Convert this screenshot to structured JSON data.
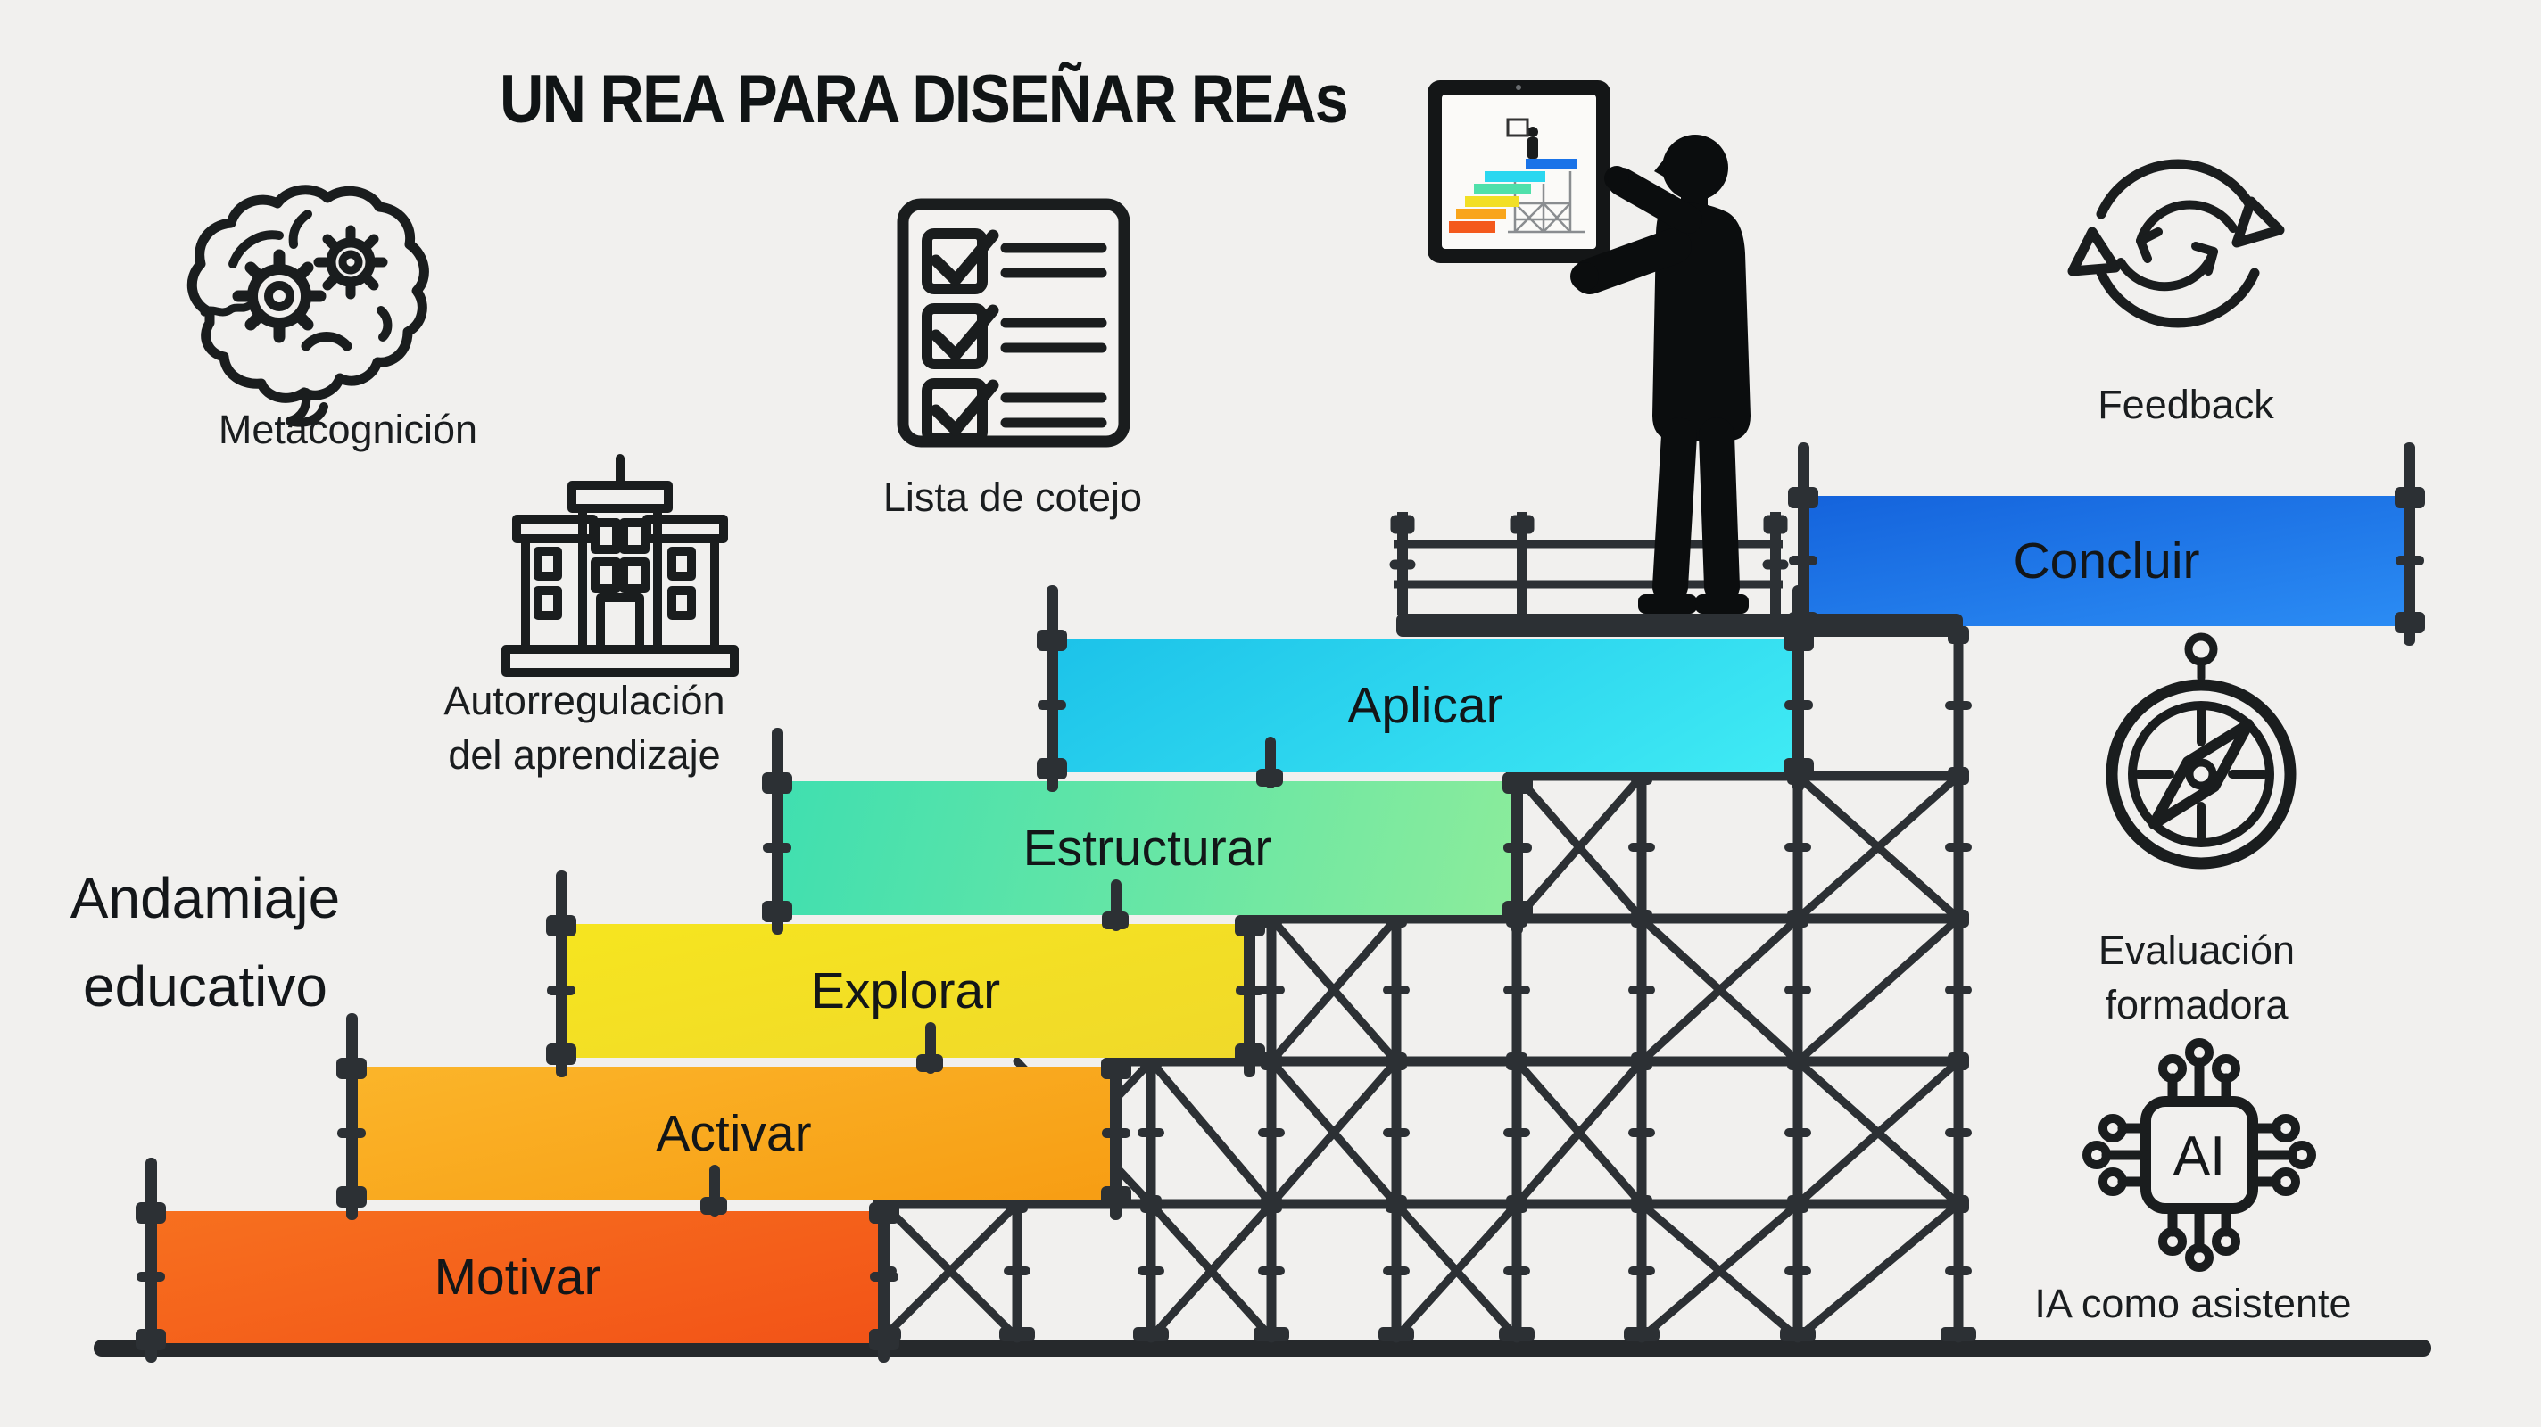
{
  "title": "UN REA PARA DISEÑAR REAs",
  "concepts": {
    "metacognicion": {
      "label": "Metacognición"
    },
    "lista_cotejo": {
      "label": "Lista de cotejo"
    },
    "feedback": {
      "label": "Feedback"
    },
    "autorregulacion": {
      "label_line1": "Autorregulación",
      "label_line2": "del aprendizaje"
    },
    "andamiaje": {
      "label_line1": "Andamiaje",
      "label_line2": "educativo"
    },
    "evaluacion": {
      "label_line1": "Evaluación",
      "label_line2": "formadora"
    },
    "ia": {
      "label": "IA como asistente",
      "chip_text": "AI"
    }
  },
  "steps": [
    {
      "label": "Motivar",
      "color_top": "#f7701f",
      "color_bottom": "#f25317"
    },
    {
      "label": "Activar",
      "color_top": "#fbb52a",
      "color_bottom": "#f79d13"
    },
    {
      "label": "Explorar",
      "color_top": "#f6e51f",
      "color_bottom": "#f0d92a"
    },
    {
      "label": "Estructurar",
      "color_top": "#3fdfb0",
      "color_bottom": "#8cec9b"
    },
    {
      "label": "Aplicar",
      "color_top": "#1cc2e9",
      "color_bottom": "#40ebf4"
    },
    {
      "label": "Concluir",
      "color_top": "#1463dc",
      "color_bottom": "#2b8cf4"
    }
  ],
  "colors": {
    "background": "#f1f0ee",
    "scaffold": "#2c3034",
    "line_art": "#1a1d1e",
    "compass_gray": "#515457",
    "text": "#15181a"
  }
}
